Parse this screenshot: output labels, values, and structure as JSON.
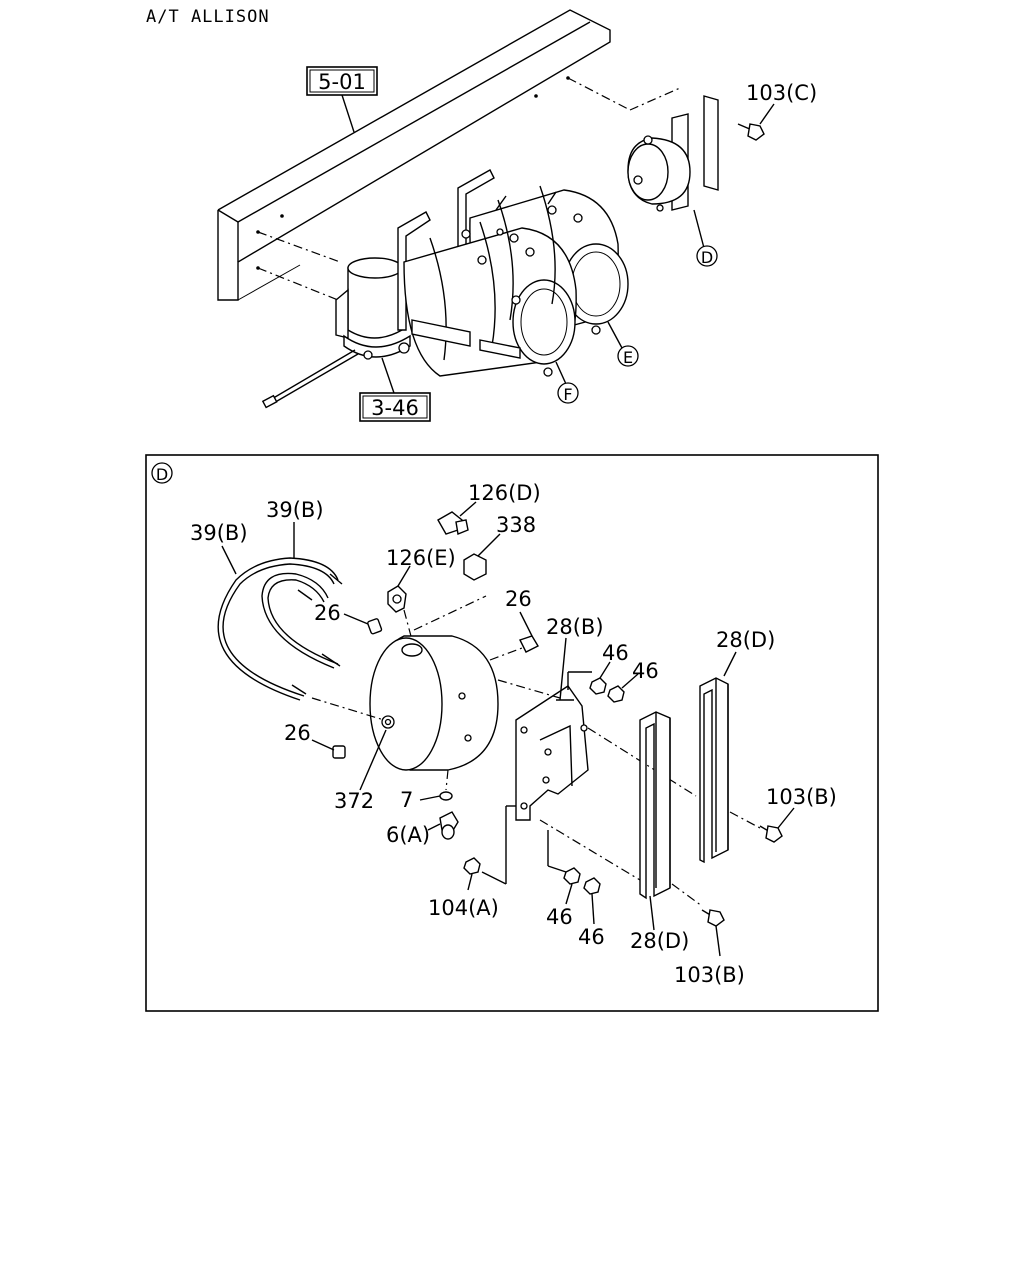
{
  "header": {
    "title": "A/T ALLISON"
  },
  "overview": {
    "ref_boxes": [
      "5-01",
      "3-46"
    ],
    "labels": {
      "bolt_c": "103(C)"
    },
    "detail_markers": [
      "D",
      "E",
      "F"
    ]
  },
  "detail_d": {
    "marker": "D",
    "labels": {
      "hose_b_left": "39(B)",
      "hose_b_right": "39(B)",
      "fitting_126d": "126(D)",
      "part_338": "338",
      "fitting_126e": "126(E)",
      "plug_26_top": "26",
      "plug_26_right": "26",
      "plug_26_left": "26",
      "bracket_28b": "28(B)",
      "nut_46_a": "46",
      "nut_46_b": "46",
      "channel_28d_top": "28(D)",
      "bolt_103b_right": "103(B)",
      "tank_372": "372",
      "washer_7": "7",
      "valve_6a": "6(A)",
      "washer_104a": "104(A)",
      "nut_46_c": "46",
      "nut_46_d": "46",
      "channel_28d_bottom": "28(D)",
      "bolt_103b_bottom": "103(B)"
    }
  }
}
